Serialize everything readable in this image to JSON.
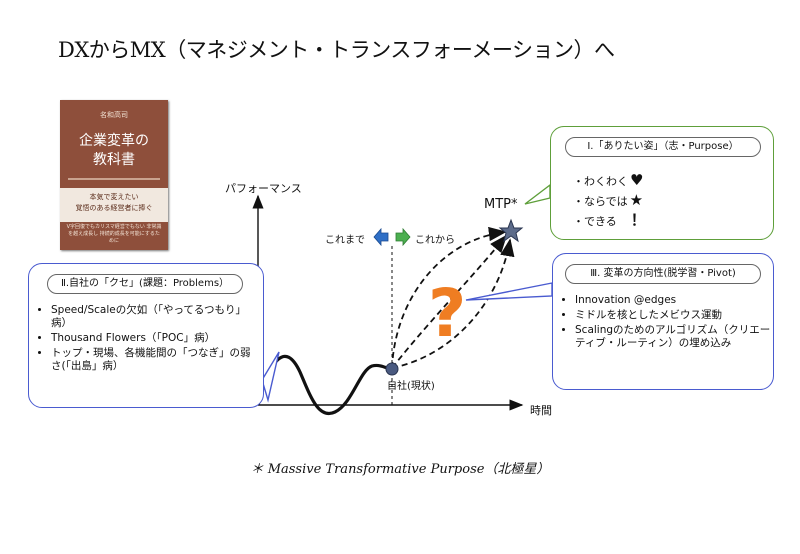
{
  "title": "DXからMX（マネジメント・トランスフォーメーション）へ",
  "book": {
    "author": "名和高司",
    "title_line1": "企業変革の",
    "title_line2": "教科書",
    "band_line1": "本気で変えたい",
    "band_line2": "覚悟のある経営者に捧ぐ",
    "subtext": "V字回復でもカリスマ経営でもない 非常識を越え成長し 持続的成長を可能にするために"
  },
  "diagram": {
    "y_axis_label": "パフォーマンス",
    "x_axis_label": "時間",
    "mtp_label": "MTP*",
    "current_label": "自社(現状)",
    "before_label": "これまで",
    "after_label": "これから",
    "question_mark": "?"
  },
  "box_purpose": {
    "header": "Ⅰ.「ありたい姿」（志・Purpose）",
    "items": [
      "・わくわく",
      "・ならでは",
      "・できる"
    ],
    "symbols": [
      "♥",
      "★",
      "！"
    ]
  },
  "box_problems": {
    "header": "Ⅱ.自社の「クセ」(課題：Problems）",
    "items": [
      "Speed/Scaleの欠如（「やってるつもり」病）",
      "Thousand Flowers（「POC」病）",
      "トップ・現場、各機能間の「つなぎ」の弱さ(「出島」病）"
    ]
  },
  "box_pivot": {
    "header": "Ⅲ. 変革の方向性(脱学習・Pivot)",
    "items": [
      "Innovation @edges",
      "ミドルを核としたメビウス運動",
      "Scalingのためのアルゴリズム（クリエーティブ・ルーティン）の埋め込み"
    ]
  },
  "footer": "＊ Massive Transformative Purpose（北極星）",
  "colors": {
    "arrow_blue": "#2f6fc6",
    "arrow_green": "#4caf50",
    "question_orange": "#ef7d22",
    "box_purple": "#4a5bd0",
    "box_green": "#5e9f3a",
    "star_fill": "#5c6b8a"
  }
}
